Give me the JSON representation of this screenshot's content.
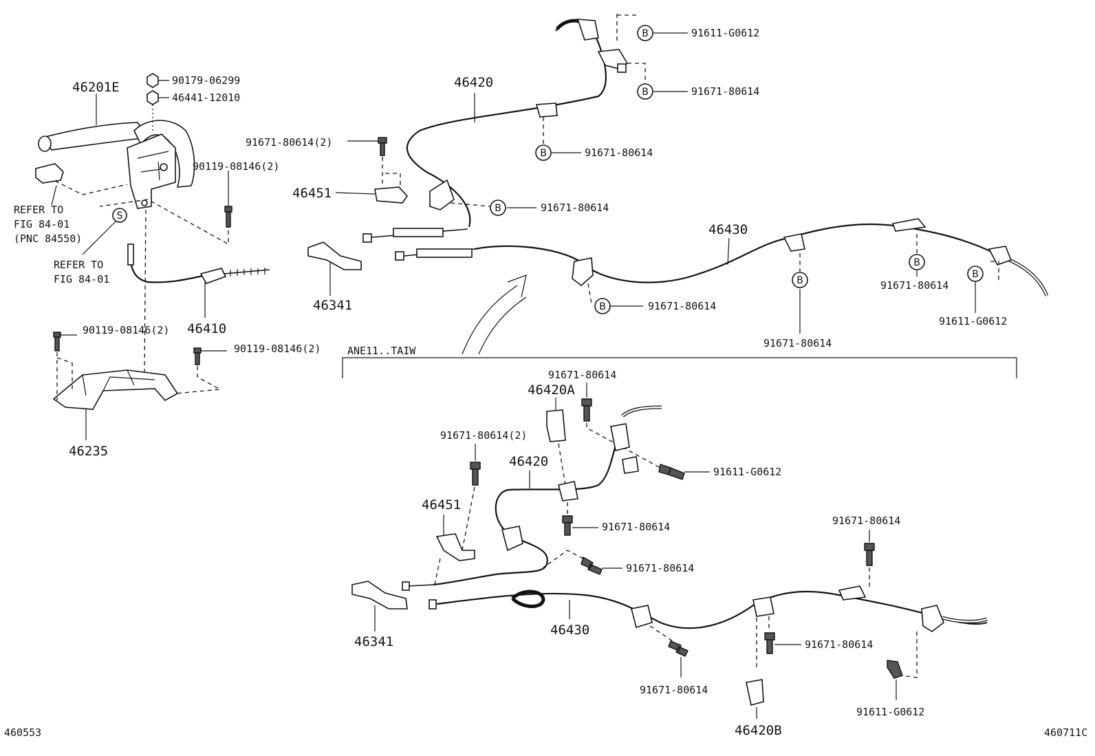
{
  "labels": {
    "lever_assy": "46201E",
    "nut_90179": "90179-06299",
    "nut_46441": "46441-12010",
    "bolt_90119_top": "90119-08146(2)",
    "refer1_l1": "REFER TO",
    "refer1_l2": "FIG 84-01",
    "refer1_l3": "(PNC 84550)",
    "s_mark": "S",
    "refer2_l1": "REFER TO",
    "refer2_l2": "FIG 84-01",
    "cable_46410": "46410",
    "bolt_90119_a": "90119-08146(2)",
    "bolt_90119_b": "90119-08146(2)",
    "bracket_46235": "46235",
    "bolt_top_2": "91671-80614(2)",
    "clamp_46451": "46451",
    "bracket_46341": "46341",
    "cable_46420": "46420",
    "b_mark": "B",
    "bolt_b1": "91611-G0612",
    "bolt_b2": "91671-80614",
    "bolt_b3": "91671-80614",
    "bolt_b4": "91671-80614",
    "cable_46430": "46430",
    "bolt_b5": "91671-80614",
    "bolt_b6": "91671-80614",
    "bolt_b7": "91671-80614",
    "bolt_b8": "91611-G0612",
    "variant_header": "ANE11..TAIW",
    "low_bolt_top": "91671-80614",
    "low_46420a": "46420A",
    "low_bolt_2": "91671-80614(2)",
    "low_46420": "46420",
    "low_46451": "46451",
    "low_g0612": "91611-G0612",
    "low_bolt_c": "91671-80614",
    "low_bolt_d": "91671-80614",
    "low_46341": "46341",
    "low_46430": "46430",
    "low_bolt_r1": "91671-80614",
    "low_bolt_r2": "91671-80614",
    "low_bolt_r3": "91671-80614",
    "low_46420b": "46420B",
    "low_g0612_b": "91611-G0612",
    "code_left": "460553",
    "code_right": "460711C"
  }
}
